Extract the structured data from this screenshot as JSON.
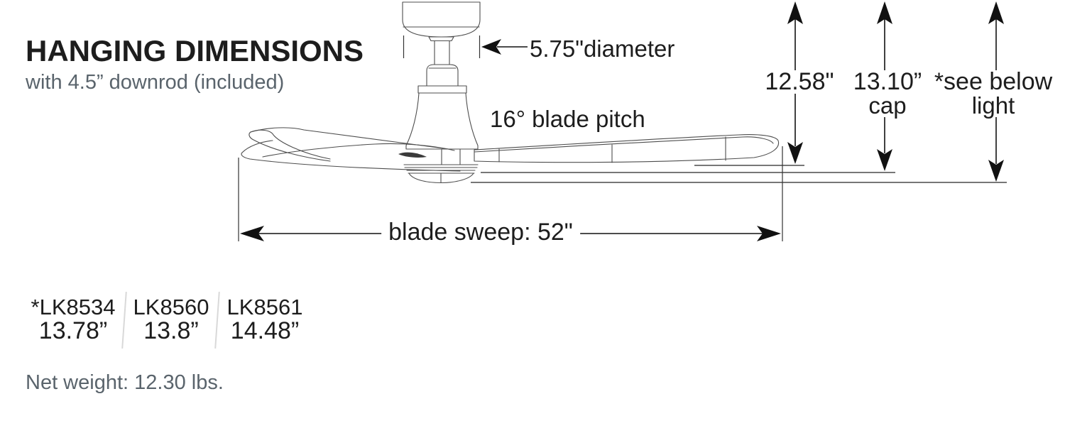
{
  "title": "HANGING DIMENSIONS",
  "subtitle": "with 4.5” downrod (included)",
  "annotations": {
    "diameter": "5.75\"diameter",
    "blade_pitch": "16° blade pitch",
    "height_to_blade": "12.58\"",
    "height_to_cap": "13.10”",
    "height_to_cap_sub": "cap",
    "height_to_light": "*see below",
    "height_to_light_sub": "light",
    "blade_sweep": "blade sweep: 52\""
  },
  "light_kit_options": [
    {
      "model": "*LK8534",
      "height": "13.78”"
    },
    {
      "model": "LK8560",
      "height": "13.8”"
    },
    {
      "model": "LK8561",
      "height": "14.48”"
    }
  ],
  "net_weight": "Net weight: 12.30 lbs.",
  "colors": {
    "ink": "#1d1d1d",
    "slate": "#5a646c",
    "drawing_line": "#4d4d4d",
    "dimension": "#111111",
    "divider": "#d9d9d9",
    "background": "#ffffff"
  }
}
